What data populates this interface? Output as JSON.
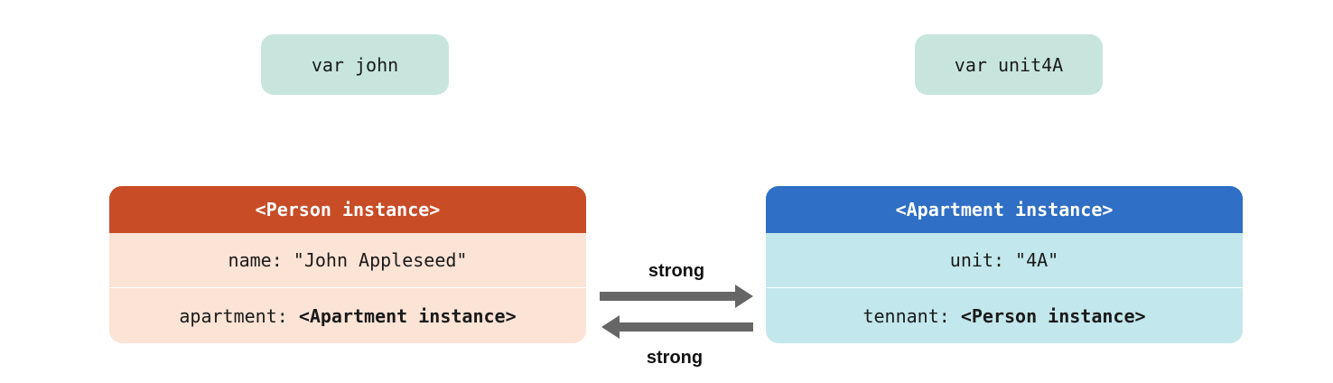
{
  "variables": {
    "john": "var john",
    "unit4A": "var unit4A"
  },
  "person_instance": {
    "header": "<Person instance>",
    "name_key": "name: ",
    "name_value": "\"John Appleseed\"",
    "apartment_key": "apartment: ",
    "apartment_value": "<Apartment instance>"
  },
  "apartment_instance": {
    "header": "<Apartment instance>",
    "unit_key": "unit: ",
    "unit_value": "\"4A\"",
    "tennant_key": "tennant: ",
    "tennant_value": "<Person instance>"
  },
  "references": {
    "top_label": "strong",
    "bottom_label": "strong"
  },
  "colors": {
    "var_box": "#c7e5dc",
    "person_header": "#c84c26",
    "person_body": "#fbe3d5",
    "apartment_header": "#2f6fc5",
    "apartment_body": "#c2e7ec",
    "arrow": "#666666"
  }
}
